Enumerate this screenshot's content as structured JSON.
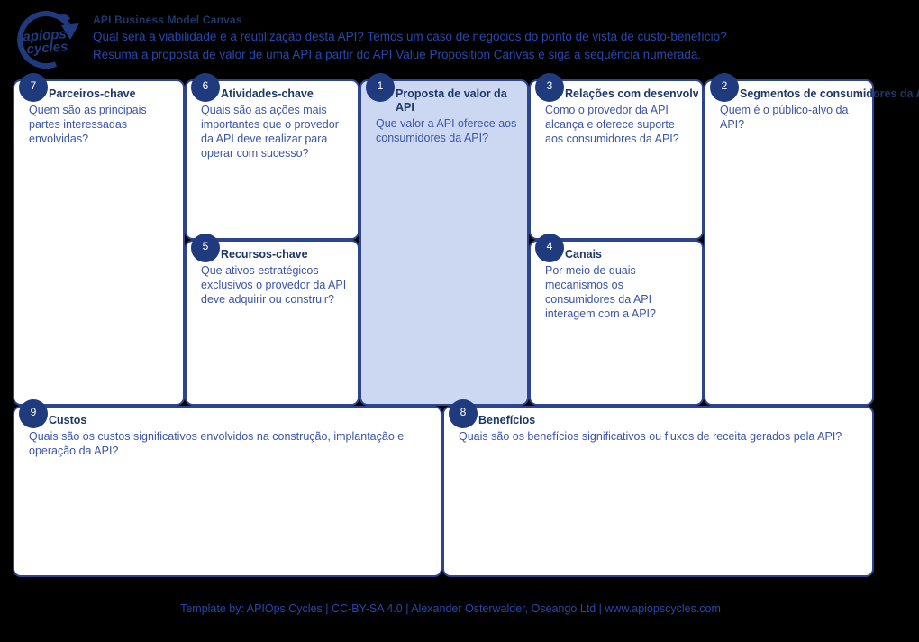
{
  "colors": {
    "bg": "#000000",
    "navy": "#1f3b7d",
    "border": "#2c4590",
    "title": "#1d3768",
    "body_text": "#3a55a8",
    "header_text": "#2548ad",
    "center_fill": "#ccd8f2",
    "badge_text": "#ffffff"
  },
  "logo": {
    "line1": "apiops",
    "line2": "cycles"
  },
  "header": {
    "title": "API Business Model Canvas",
    "line1": "Qual será a viabilidade e a reutilização desta API? Temos um caso de negócios do ponto de vista de custo-benefício?",
    "line2": "Resuma a proposta de valor de uma API a partir do API Value Proposition Canvas e siga a sequência numerada."
  },
  "boxes": {
    "partners": {
      "number": "7",
      "title": "Parceiros-chave",
      "question": "Quem são as principais partes interessadas envolvidas?"
    },
    "activities": {
      "number": "6",
      "title": "Atividades-chave",
      "question": "Quais são as ações mais importantes que o provedor da API deve realizar para operar com sucesso?"
    },
    "resources": {
      "number": "5",
      "title": "Recursos-chave",
      "question": "Que ativos estratégicos exclusivos o provedor da API deve adquirir ou construir?"
    },
    "value_proposition": {
      "number": "1",
      "title": "Proposta de valor da API",
      "question": "Que valor a API oferece aos consumidores da API?"
    },
    "developer_relations": {
      "number": "3",
      "title": "Relações com desenvolvedores",
      "question": "Como o provedor da API alcança e oferece suporte aos consumidores da API?"
    },
    "channels": {
      "number": "4",
      "title": "Canais",
      "question": "Por meio de quais mecanismos os consumidores da API interagem com a API?"
    },
    "consumer_segments": {
      "number": "2",
      "title": "Segmentos de consumidores da API",
      "question": "Quem é o público-alvo da API?"
    },
    "costs": {
      "number": "9",
      "title": "Custos",
      "question": "Quais são os custos significativos envolvidos na construção, implantação e operação da API?"
    },
    "benefits": {
      "number": "8",
      "title": "Benefícios",
      "question": "Quais são os benefícios significativos ou fluxos de receita gerados pela API?"
    }
  },
  "footer": {
    "text": "Template by: APIOps Cycles | CC-BY-SA 4.0 | Alexander Osterwalder, Oseango Ltd | www.apiopscycles.com"
  }
}
